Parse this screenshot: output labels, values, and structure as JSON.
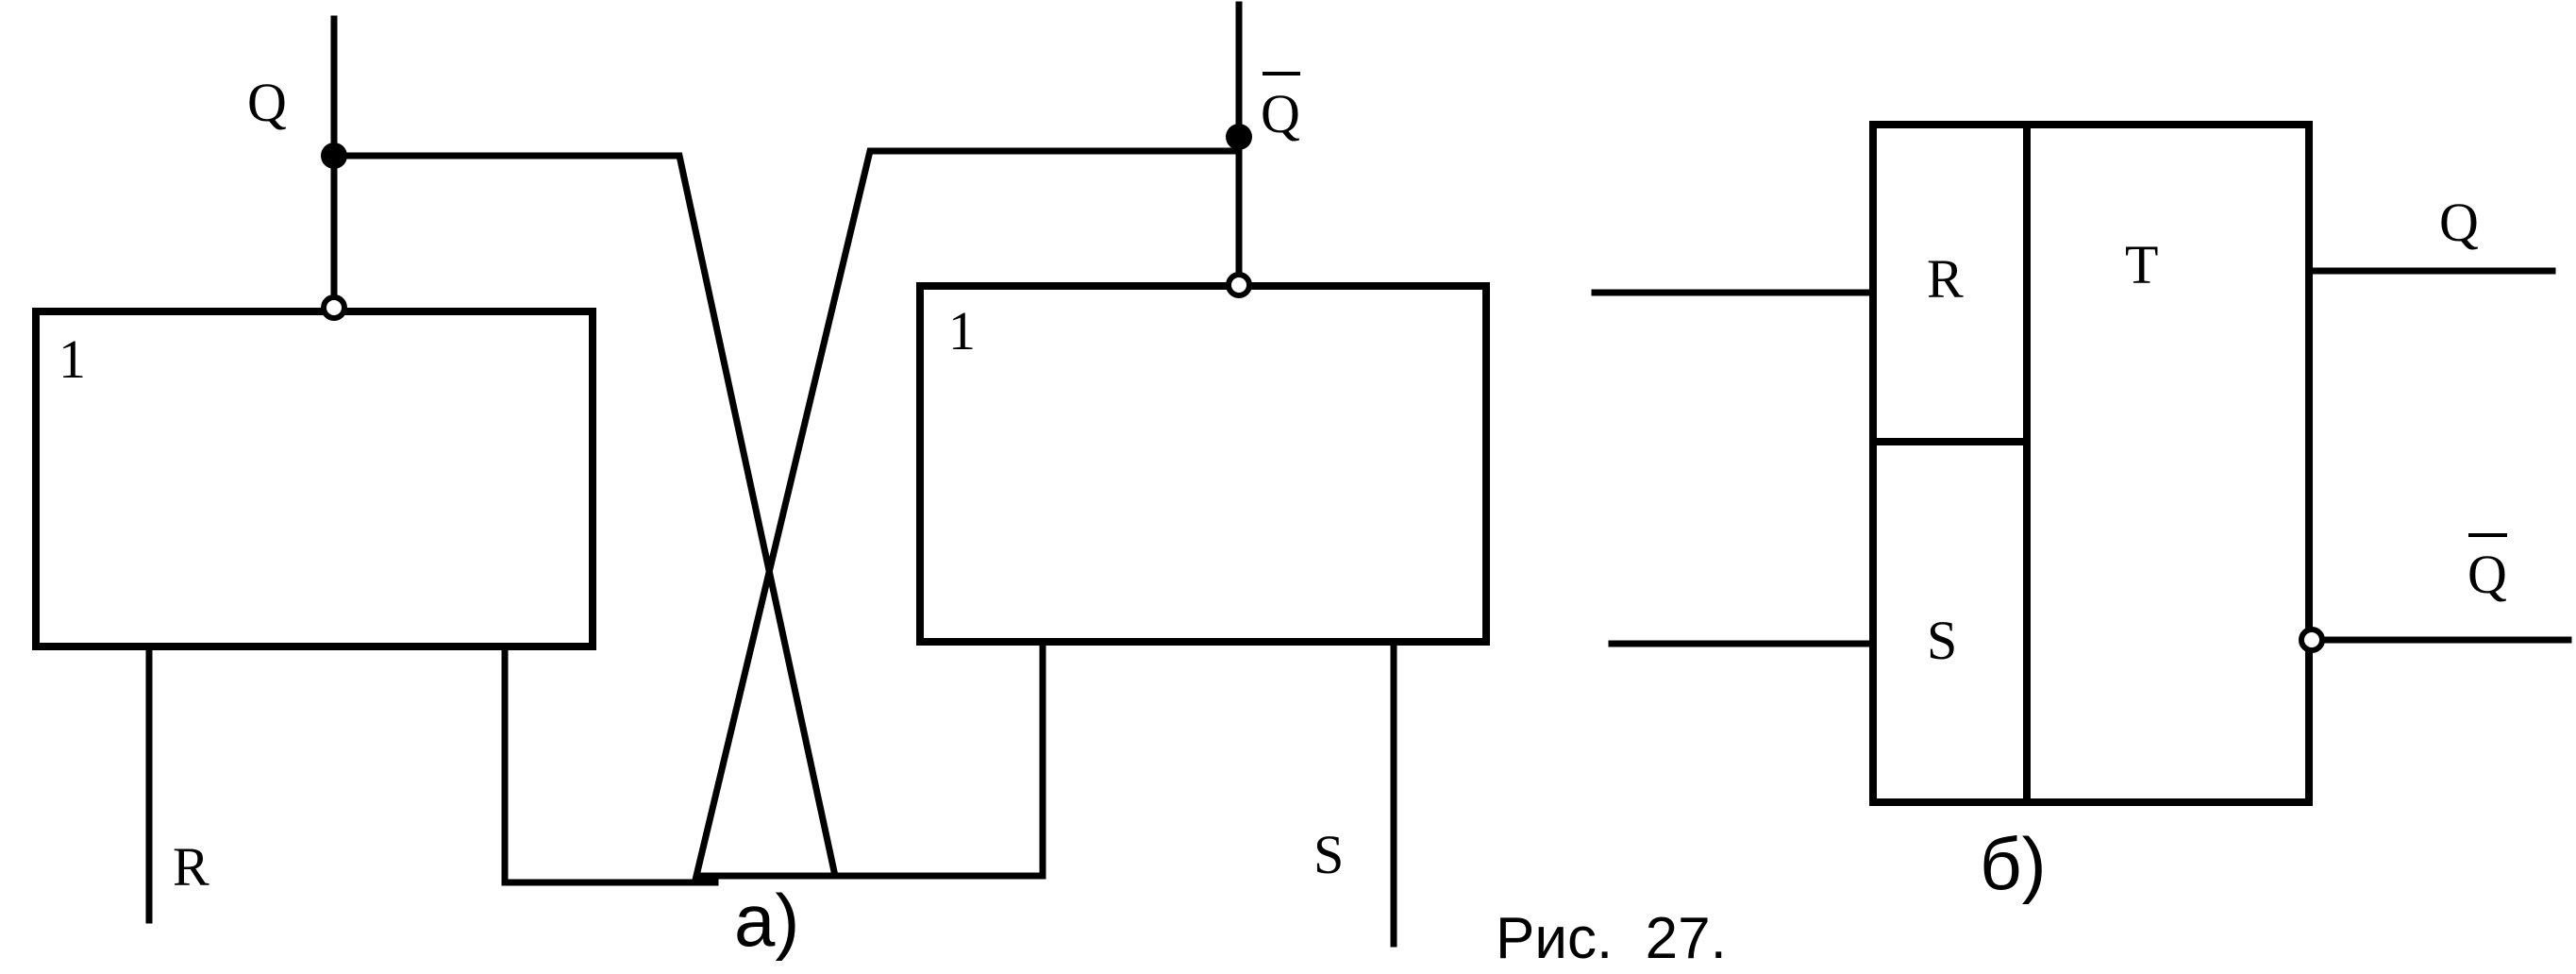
{
  "part_a": {
    "output_q": "Q",
    "output_q_bar": "Q",
    "gate_left_symbol": "1",
    "gate_right_symbol": "1",
    "input_r": "R",
    "input_s": "S",
    "sublabel": "а)"
  },
  "part_b": {
    "input_r": "R",
    "input_s": "S",
    "type_symbol": "T",
    "output_q": "Q",
    "output_q_bar": "Q",
    "sublabel": "б)"
  },
  "caption": "Рис.  27."
}
